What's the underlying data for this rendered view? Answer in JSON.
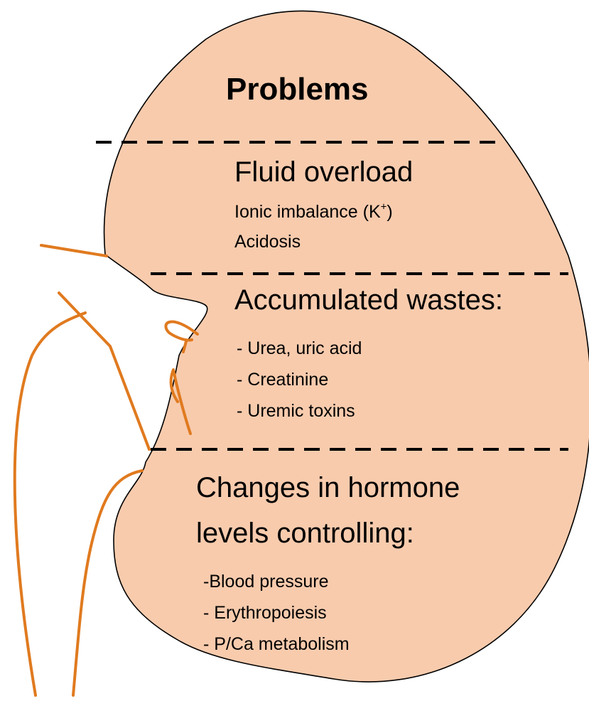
{
  "title": "Problems",
  "section1": {
    "heading": "Fluid overload",
    "items": [
      "Ionic imbalance (K",
      "+",
      ")",
      "Acidosis"
    ]
  },
  "section2": {
    "heading": "Accumulated  wastes:",
    "items": [
      "- Urea, uric acid",
      "- Creatinine",
      "- Uremic toxins"
    ]
  },
  "section3": {
    "heading_line1": "Changes in hormone",
    "heading_line2": "levels controlling:",
    "items": [
      "-Blood pressure",
      "- Erythropoiesis",
      "- P/Ca metabolism"
    ]
  },
  "colors": {
    "kidney_fill": "#f8cbad",
    "outline": "#000000",
    "vessels": "#e07a1f"
  }
}
